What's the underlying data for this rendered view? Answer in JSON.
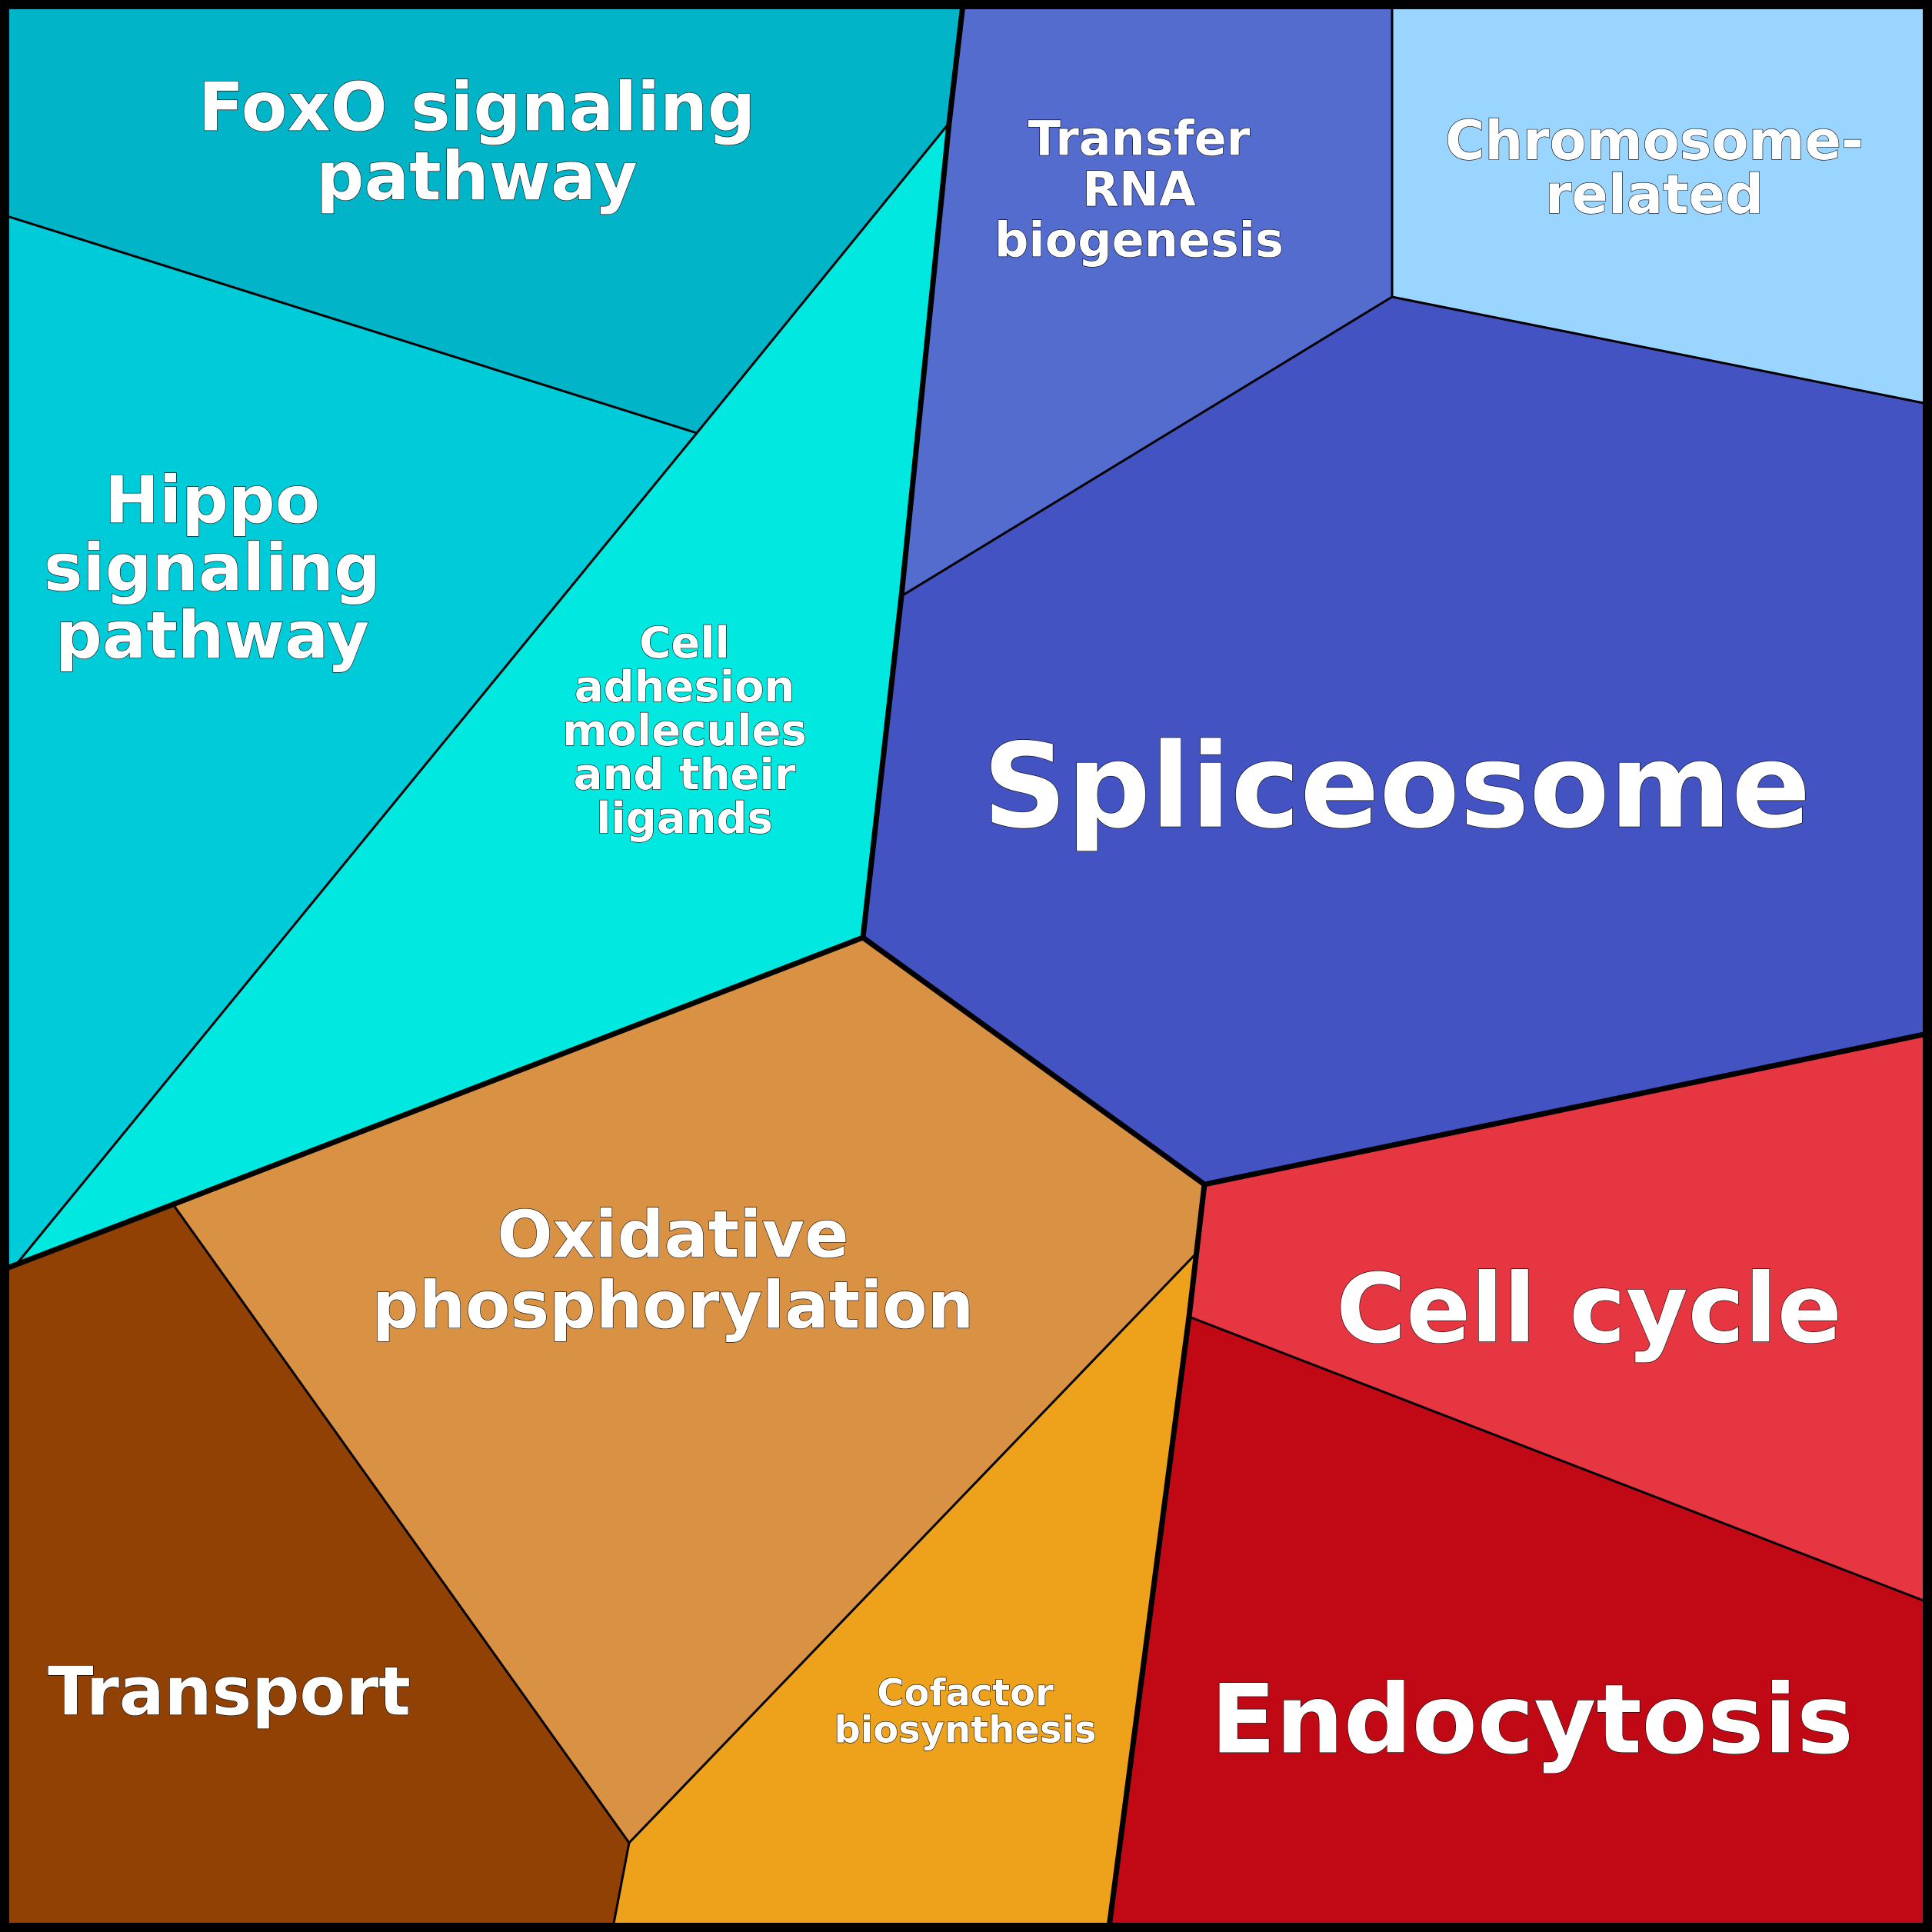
{
  "cells": [
    {
      "id": "foxo",
      "label": "FoxO signaling pathway",
      "lines": [
        "FoxO signaling",
        "pathway"
      ],
      "color": "#02b4c7"
    },
    {
      "id": "hippo",
      "label": "Hippo signaling pathway",
      "lines": [
        "Hippo",
        "signaling",
        "pathway"
      ],
      "color": "#00ccd9"
    },
    {
      "id": "cell-adhesion",
      "label": "Cell adhesion molecules and their ligands",
      "lines": [
        "Cell",
        "adhesion",
        "molecules",
        "and their",
        "ligands"
      ],
      "color": "#00e8e0"
    },
    {
      "id": "transfer-rna",
      "label": "Transfer RNA biogenesis",
      "lines": [
        "Transfer",
        "RNA",
        "biogenesis"
      ],
      "color": "#546ccd"
    },
    {
      "id": "chromosome",
      "label": "Chromosome-related",
      "lines": [
        "Chromosome-",
        "related"
      ],
      "color": "#99d5ff"
    },
    {
      "id": "spliceosome",
      "label": "Spliceosome",
      "lines": [
        "Spliceosome"
      ],
      "color": "#4453c2"
    },
    {
      "id": "oxphos",
      "label": "Oxidative phosphorylation",
      "lines": [
        "Oxidative",
        "phosphorylation"
      ],
      "color": "#d99144"
    },
    {
      "id": "transport",
      "label": "Transport",
      "lines": [
        "Transport"
      ],
      "color": "#924104"
    },
    {
      "id": "cofactor",
      "label": "Cofactor biosynthesis",
      "lines": [
        "Cofactor",
        "biosynthesis"
      ],
      "color": "#eea21b"
    },
    {
      "id": "cell-cycle",
      "label": "Cell cycle",
      "lines": [
        "Cell cycle"
      ],
      "color": "#e53641"
    },
    {
      "id": "endocytosis",
      "label": "Endocytosis",
      "lines": [
        "Endocytosis"
      ],
      "color": "#c00914"
    }
  ]
}
